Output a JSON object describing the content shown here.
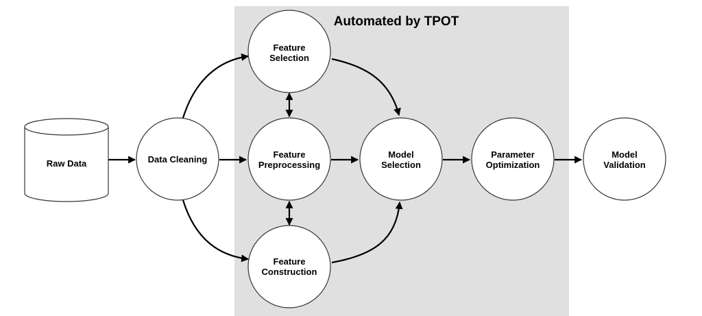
{
  "colors": {
    "background": "#ffffff",
    "automated_region": "#e0e0e0",
    "node_fill": "#ffffff",
    "node_stroke": "#333333",
    "edge": "#000000"
  },
  "automated_region": {
    "title": "Automated by TPOT"
  },
  "nodes": {
    "raw_data": {
      "lines": [
        "Raw Data"
      ]
    },
    "data_cleaning": {
      "lines": [
        "Data Cleaning"
      ]
    },
    "feature_selection": {
      "lines": [
        "Feature",
        "Selection"
      ]
    },
    "feature_preprocessing": {
      "lines": [
        "Feature",
        "Preprocessing"
      ]
    },
    "feature_construction": {
      "lines": [
        "Feature",
        "Construction"
      ]
    },
    "model_selection": {
      "lines": [
        "Model",
        "Selection"
      ]
    },
    "parameter_optimization": {
      "lines": [
        "Parameter",
        "Optimization"
      ]
    },
    "model_validation": {
      "lines": [
        "Model",
        "Validation"
      ]
    }
  },
  "edges": [
    {
      "from": "raw_data",
      "to": "data_cleaning"
    },
    {
      "from": "data_cleaning",
      "to": "feature_selection"
    },
    {
      "from": "data_cleaning",
      "to": "feature_preprocessing"
    },
    {
      "from": "data_cleaning",
      "to": "feature_construction"
    },
    {
      "from": "feature_selection",
      "to": "feature_preprocessing",
      "bidirectional": true
    },
    {
      "from": "feature_preprocessing",
      "to": "feature_construction",
      "bidirectional": true
    },
    {
      "from": "feature_selection",
      "to": "model_selection"
    },
    {
      "from": "feature_preprocessing",
      "to": "model_selection"
    },
    {
      "from": "feature_construction",
      "to": "model_selection"
    },
    {
      "from": "model_selection",
      "to": "parameter_optimization"
    },
    {
      "from": "parameter_optimization",
      "to": "model_validation"
    }
  ]
}
